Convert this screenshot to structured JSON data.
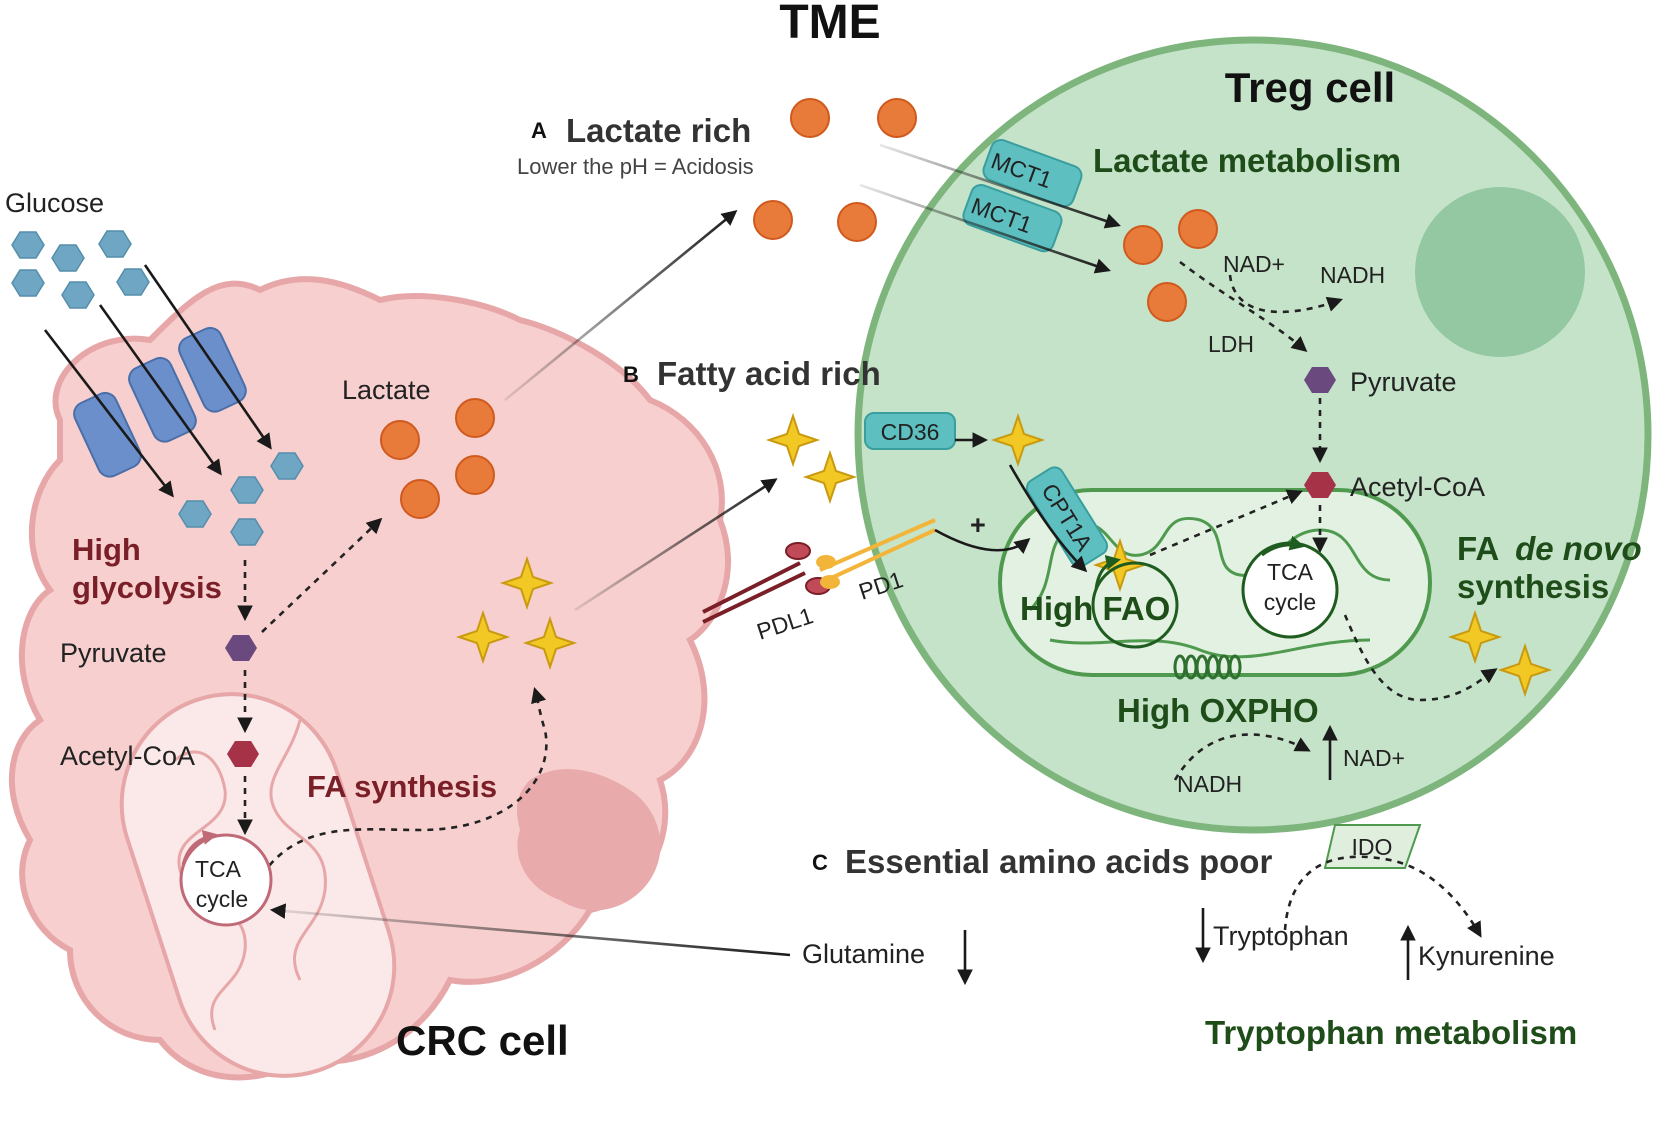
{
  "title": "TME",
  "sections": {
    "a": {
      "letter": "A",
      "heading": "Lactate rich",
      "sub": "Lower the  pH =  Acidosis"
    },
    "b": {
      "letter": "B",
      "heading": "Fatty acid rich"
    },
    "c": {
      "letter": "C",
      "heading": "Essential amino acids poor"
    }
  },
  "crc": {
    "cell_label": "CRC cell",
    "glucose": "Glucose",
    "lactate": "Lactate",
    "high_glycolysis_1": "High",
    "high_glycolysis_2": "glycolysis",
    "pyruvate": "Pyruvate",
    "acetyl_coa": "Acetyl-CoA",
    "tca_1": "TCA",
    "tca_2": "cycle",
    "fa_synthesis": "FA synthesis",
    "pdl1": "PDL1",
    "glutamine": "Glutamine"
  },
  "treg": {
    "cell_label": "Treg cell",
    "lactate_metabolism": "Lactate metabolism",
    "mct1_a": "MCT1",
    "mct1_b": "MCT1",
    "nad_plus": "NAD+",
    "nadh": "NADH",
    "ldh": "LDH",
    "pyruvate": "Pyruvate",
    "acetyl_coa": "Acetyl-CoA",
    "cd36": "CD36",
    "cpt1a": "CPT1A",
    "plus": "+",
    "pd1": "PD1",
    "high_fao": "High FAO",
    "tca_1": "TCA",
    "tca_2": "cycle",
    "fa_de_novo_1": "FA",
    "fa_de_novo_italic": "de novo",
    "fa_de_novo_2": "synthesis",
    "high_oxpho": "High OXPHO",
    "oxpho_nadh": "NADH",
    "oxpho_nad_plus": "NAD+",
    "ido": "IDO"
  },
  "amino": {
    "tryptophan": "Tryptophan",
    "kynurenine": "Kynurenine",
    "tryptophan_metabolism": "Tryptophan metabolism"
  },
  "colors": {
    "crc_cell": "#f7cfcf",
    "crc_outline": "#e7a7a8",
    "treg_cell": "#c5e3c8",
    "treg_outline": "#7db57d",
    "lactate": "#e97b3a",
    "fatty_acid": "#f2c824",
    "glucose": "#6ea6c3",
    "transporter": "#5dbfc0",
    "pyruvate": "#6a4a7e",
    "acetyl_coa": "#a63248"
  }
}
